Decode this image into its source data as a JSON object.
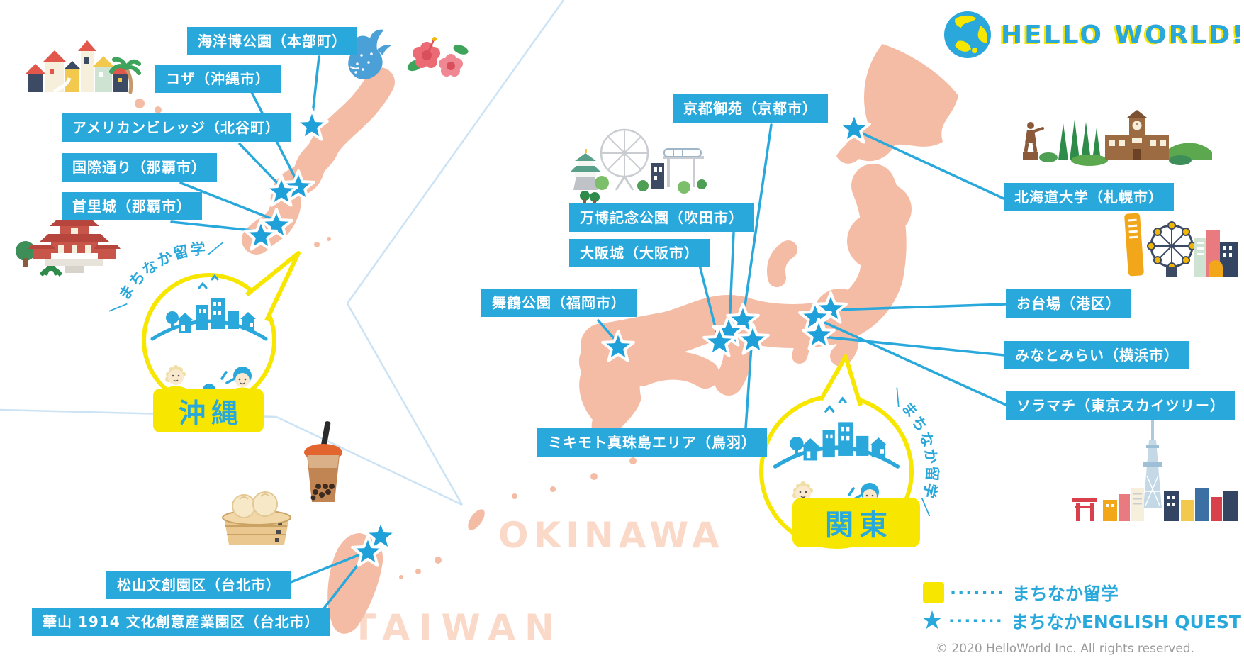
{
  "logo": {
    "title": "HELLO WORLD!"
  },
  "regions": {
    "okinawa_text": "OKINAWA",
    "taiwan_text": "TAIWAN"
  },
  "bubbles": {
    "okinawa": {
      "arc_text": "＼まちなか留学／",
      "label": "沖縄"
    },
    "kanto": {
      "arc_text": "＼まちなか留学／",
      "label": "関東"
    }
  },
  "locations": {
    "okinawa": [
      {
        "label": "海洋博公園（本部町）"
      },
      {
        "label": "コザ（沖縄市）"
      },
      {
        "label": "アメリカンビレッジ（北谷町）"
      },
      {
        "label": "国際通り（那覇市）"
      },
      {
        "label": "首里城（那覇市）"
      }
    ],
    "japan": [
      {
        "label": "京都御苑（京都市）"
      },
      {
        "label": "万博記念公園（吹田市）"
      },
      {
        "label": "大阪城（大阪市）"
      },
      {
        "label": "舞鶴公園（福岡市）"
      },
      {
        "label": "ミキモト真珠島エリア（鳥羽）"
      },
      {
        "label": "北海道大学（札幌市）"
      },
      {
        "label": "お台場（港区）"
      },
      {
        "label": "みなとみらい（横浜市）"
      },
      {
        "label": "ソラマチ（東京スカイツリー）"
      }
    ],
    "taiwan": [
      {
        "label": "松山文創園区（台北市）"
      },
      {
        "label": "華山 1914 文化創意産業園区（台北市）"
      }
    ]
  },
  "legend": {
    "items": [
      {
        "symbol": "yellow-square",
        "label": "まちなか留学"
      },
      {
        "symbol": "blue-star",
        "label": "まちなかENGLISH QUEST"
      }
    ],
    "copyright": "© 2020 HelloWorld Inc. All rights reserved."
  },
  "colors": {
    "accent_blue": "#29A8DC",
    "accent_yellow": "#F7E700",
    "map_pink": "#F5BCA5",
    "region_text_pink": "#FAD9C9",
    "copyright_gray": "#9B9B9B"
  }
}
